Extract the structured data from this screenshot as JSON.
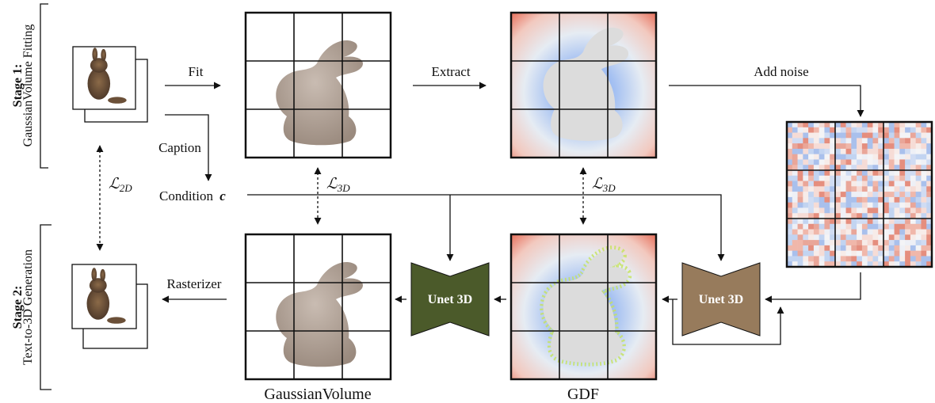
{
  "stages": {
    "stage1": {
      "title": "Stage 1:",
      "subtitle": "GaussianVolume Fitting"
    },
    "stage2": {
      "title": "Stage 2:",
      "subtitle": "Text-to-3D Generation"
    }
  },
  "labels": {
    "fit": "Fit",
    "extract": "Extract",
    "add_noise": "Add noise",
    "caption": "Caption",
    "condition": "Condition",
    "condition_symbol": "c",
    "rasterizer": "Rasterizer"
  },
  "losses": {
    "loss_2d": {
      "symbol": "ℒ",
      "subscript": "2D"
    },
    "loss_3d_left": {
      "symbol": "ℒ",
      "subscript": "3D"
    },
    "loss_3d_right": {
      "symbol": "ℒ",
      "subscript": "3D"
    }
  },
  "networks": {
    "unet_left": "Unet 3D",
    "unet_right": "Unet 3D"
  },
  "captions": {
    "gaussian_volume": "GaussianVolume",
    "gdf": "GDF"
  },
  "colors": {
    "unet_left_fill": "#4b5a2a",
    "unet_right_fill": "#977b5c",
    "gdf_inner_glow": "#8fb3f2",
    "gdf_outer": "#e8786a",
    "bunny": "#a08f84",
    "noise_band": "#c6e25a"
  }
}
